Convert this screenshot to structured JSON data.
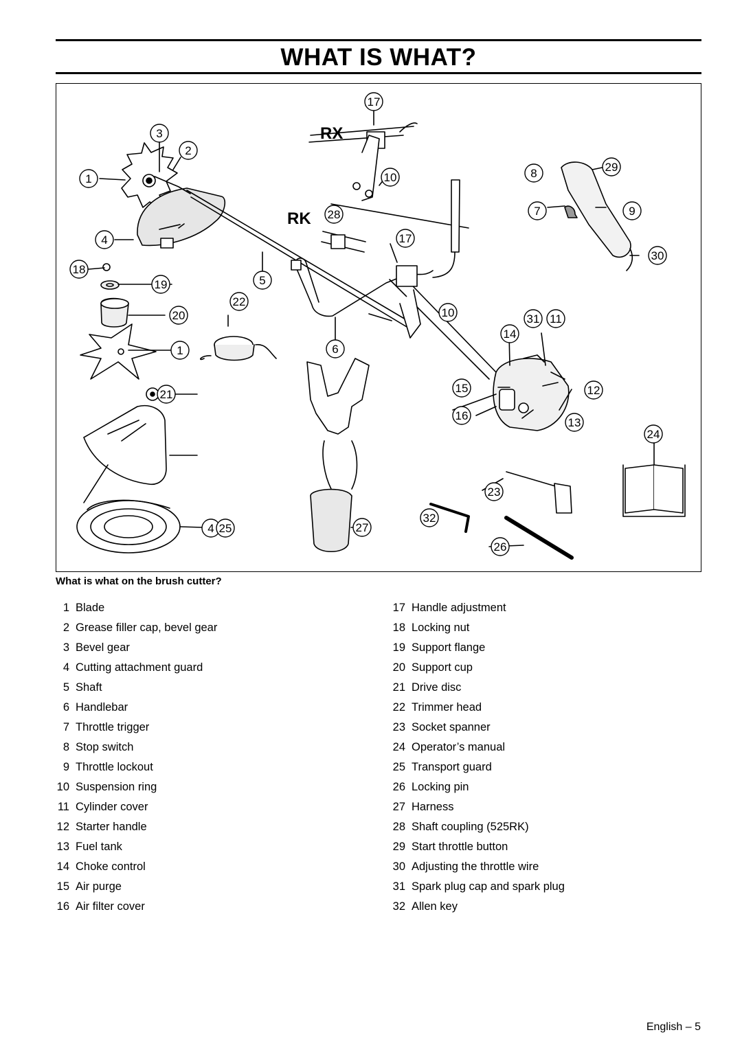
{
  "page": {
    "title": "WHAT IS WHAT?",
    "footer": "English – 5"
  },
  "figure": {
    "model_labels": [
      "RX",
      "RK"
    ],
    "callouts": [
      "1",
      "2",
      "3",
      "4",
      "18",
      "19",
      "20",
      "1",
      "21",
      "4",
      "25",
      "22",
      "5",
      "6",
      "17",
      "10",
      "28",
      "17",
      "10",
      "14",
      "31",
      "11",
      "15",
      "12",
      "16",
      "13",
      "27",
      "23",
      "32",
      "26",
      "8",
      "29",
      "7",
      "9",
      "30",
      "24"
    ]
  },
  "parts": {
    "heading": "What is what on the brush cutter?",
    "left": [
      {
        "num": "1",
        "label": "Blade"
      },
      {
        "num": "2",
        "label": "Grease filler cap, bevel gear"
      },
      {
        "num": "3",
        "label": "Bevel gear"
      },
      {
        "num": "4",
        "label": "Cutting attachment guard"
      },
      {
        "num": "5",
        "label": "Shaft"
      },
      {
        "num": "6",
        "label": "Handlebar"
      },
      {
        "num": "7",
        "label": "Throttle trigger"
      },
      {
        "num": "8",
        "label": "Stop switch"
      },
      {
        "num": "9",
        "label": "Throttle lockout"
      },
      {
        "num": "10",
        "label": "Suspension ring"
      },
      {
        "num": "11",
        "label": "Cylinder cover"
      },
      {
        "num": "12",
        "label": "Starter handle"
      },
      {
        "num": "13",
        "label": "Fuel tank"
      },
      {
        "num": "14",
        "label": "Choke control"
      },
      {
        "num": "15",
        "label": "Air purge"
      },
      {
        "num": "16",
        "label": "Air filter cover"
      }
    ],
    "right": [
      {
        "num": "17",
        "label": "Handle adjustment"
      },
      {
        "num": "18",
        "label": "Locking nut"
      },
      {
        "num": "19",
        "label": "Support flange"
      },
      {
        "num": "20",
        "label": "Support cup"
      },
      {
        "num": "21",
        "label": "Drive disc"
      },
      {
        "num": "22",
        "label": "Trimmer head"
      },
      {
        "num": "23",
        "label": "Socket spanner"
      },
      {
        "num": "24",
        "label": "Operator’s manual"
      },
      {
        "num": "25",
        "label": "Transport guard"
      },
      {
        "num": "26",
        "label": "Locking pin"
      },
      {
        "num": "27",
        "label": "Harness"
      },
      {
        "num": "28",
        "label": "Shaft coupling (525RK)"
      },
      {
        "num": "29",
        "label": "Start throttle button"
      },
      {
        "num": "30",
        "label": "Adjusting the throttle wire"
      },
      {
        "num": "31",
        "label": "Spark plug cap and spark plug"
      },
      {
        "num": "32",
        "label": "Allen key"
      }
    ]
  }
}
